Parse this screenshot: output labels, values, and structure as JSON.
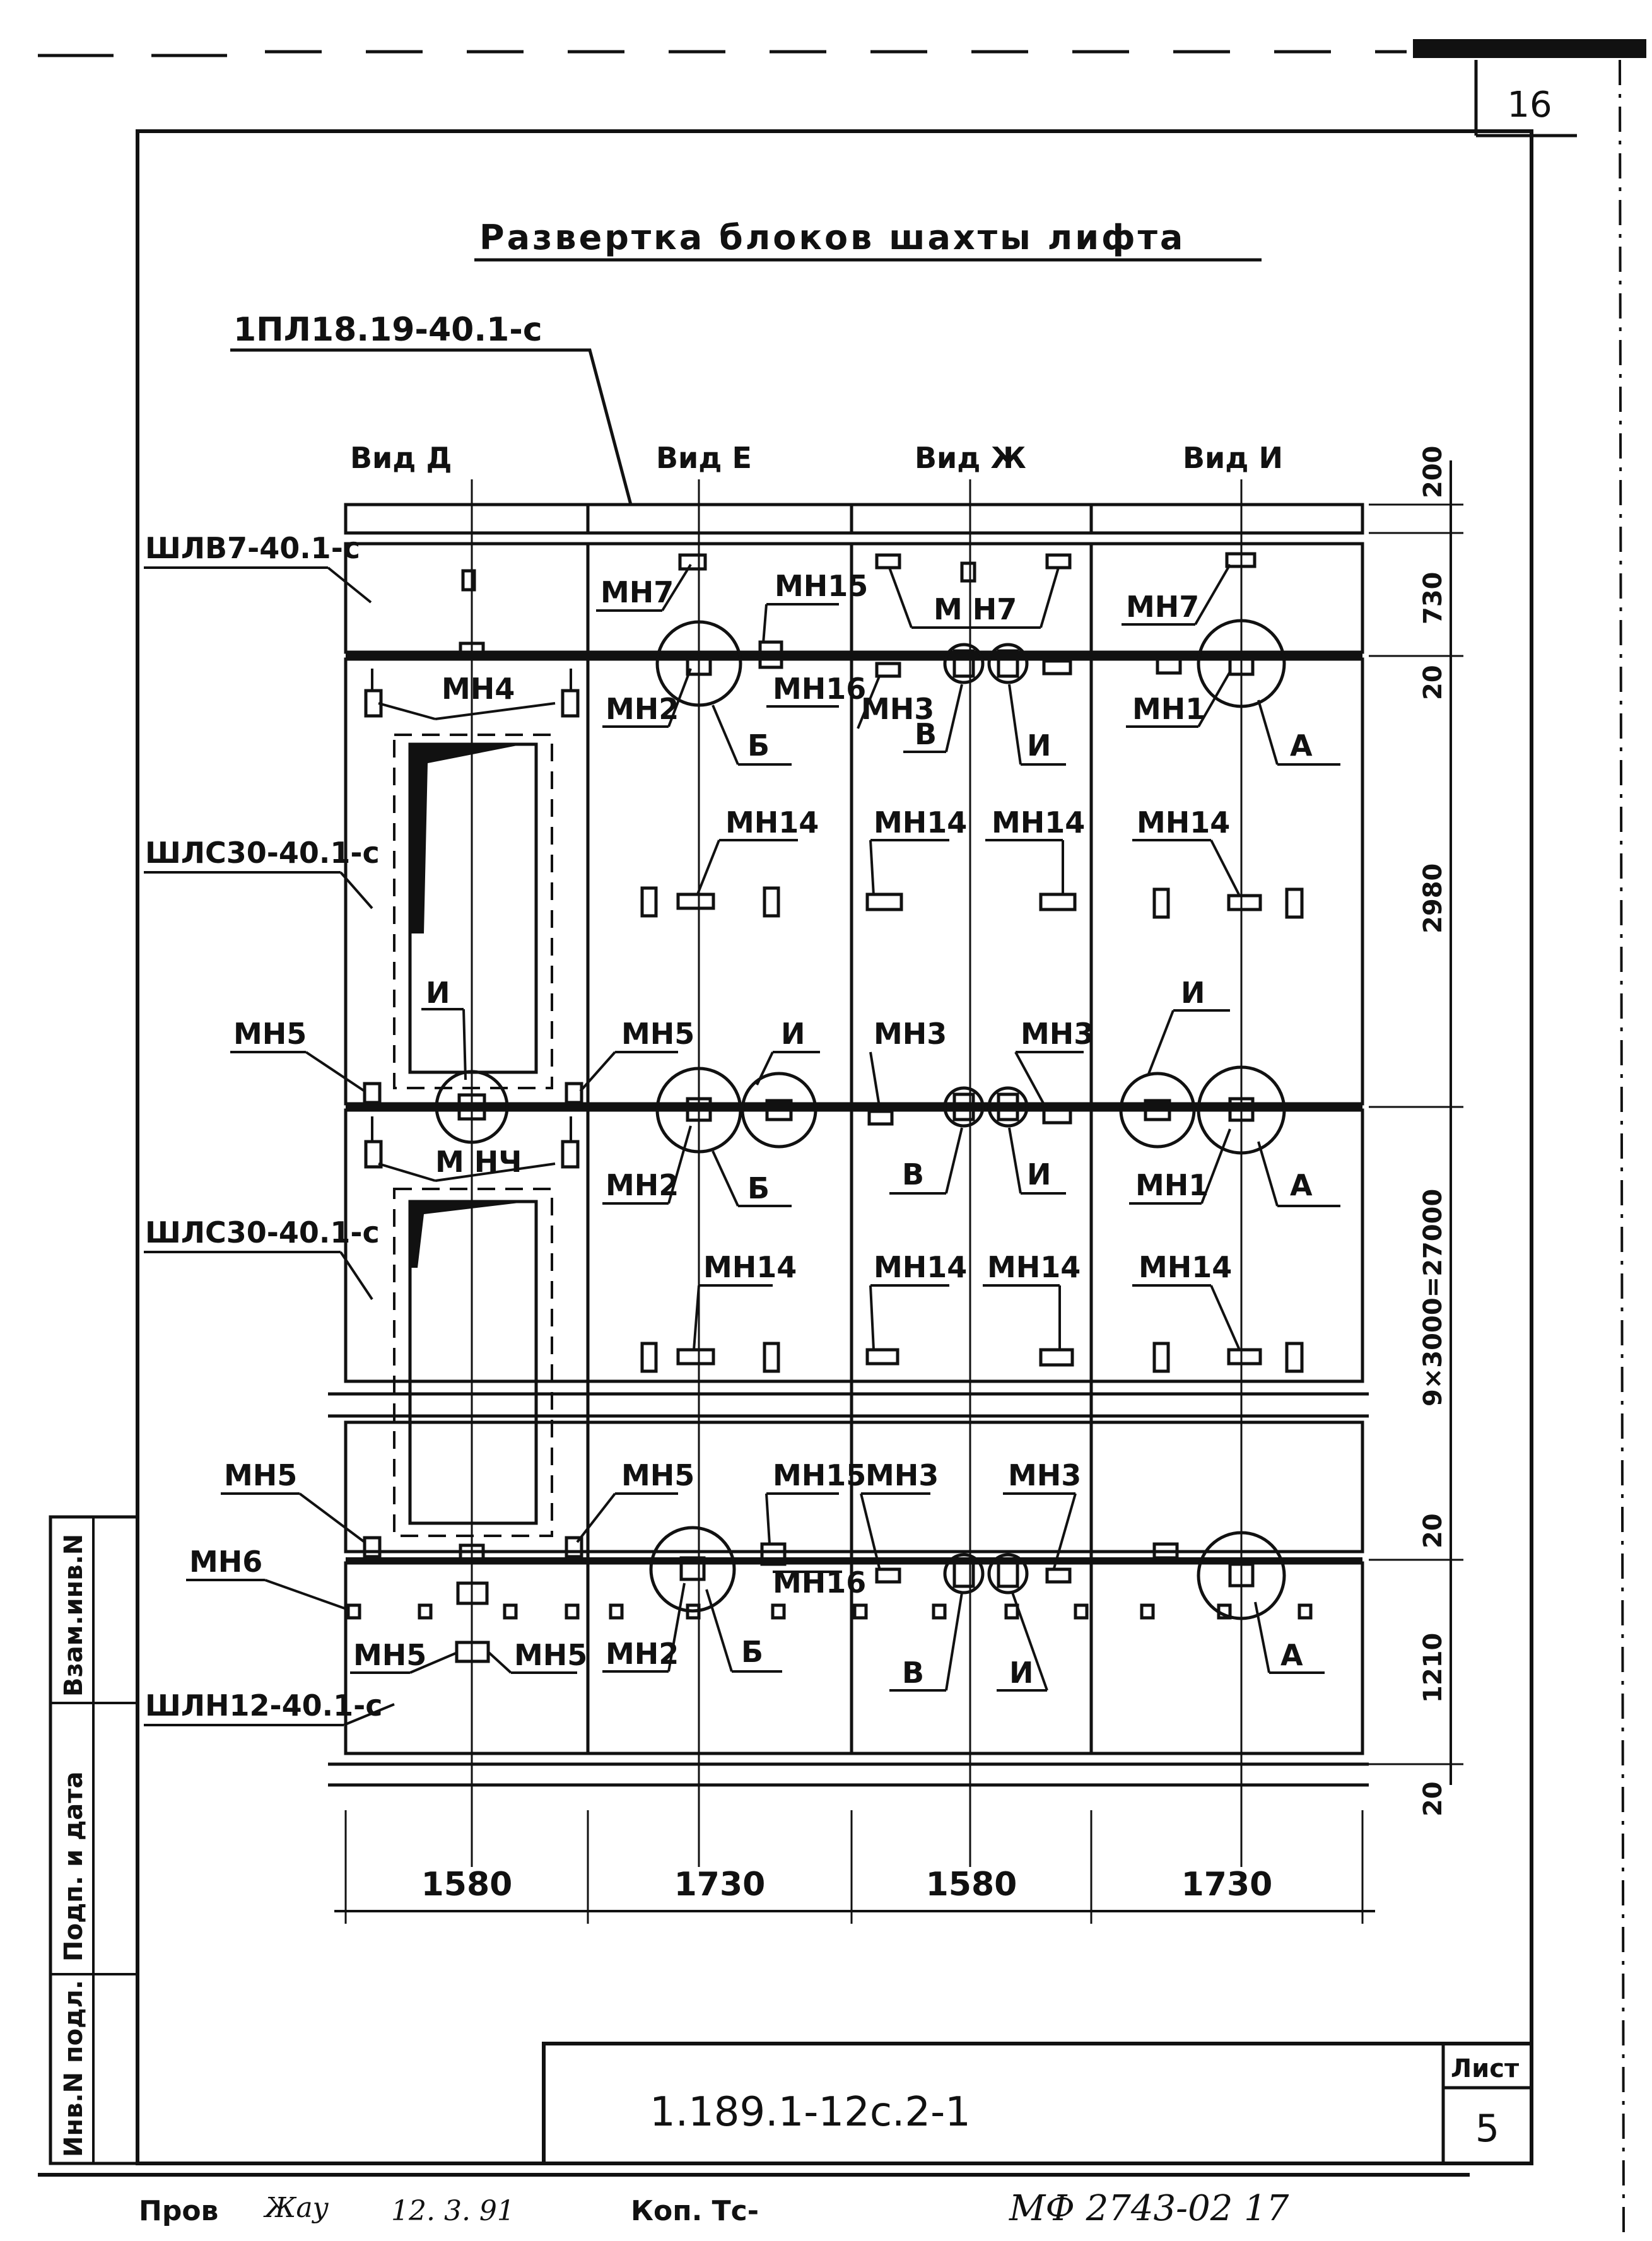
{
  "page_number": "16",
  "title": "Развертка блоков шахты лифта",
  "top_callout": "1ПЛ18.19-40.1-с",
  "views": [
    "Вид Д",
    "Вид Е",
    "Вид Ж",
    "Вид И"
  ],
  "block_labels": {
    "b1": "ШЛВ7-40.1-с",
    "b2": "ШЛС30-40.1-с",
    "b3": "ШЛС30-40.1-с",
    "b4": "ШЛН12-40.1-с"
  },
  "marks": {
    "mn1": "МН1",
    "mn2": "МН2",
    "mn3": "МН3",
    "mn4": "МН4",
    "mn4s": "М НЧ",
    "mn5": "МН5",
    "mn6": "МН6",
    "mn7": "МН7",
    "mn7s": "М Н7",
    "mn14": "МН14",
    "mn15": "МН15",
    "mn16": "МН16",
    "A": "А",
    "B": "Б",
    "V": "В",
    "I": "И"
  },
  "right_dims": [
    "200",
    "730",
    "20",
    "2980",
    "9×3000=27000",
    "20",
    "1210",
    "20"
  ],
  "bottom_dims": [
    "1580",
    "1730",
    "1580",
    "1730"
  ],
  "stamp": {
    "side_labels": [
      "Взам.инв.N",
      "Подп. и дата",
      "Инв.N подл."
    ],
    "doc_code": "1.189.1-12с.2-1",
    "sheet_label": "Лист",
    "sheet_number": "5",
    "footer_check": "Пров",
    "footer_signature": "Жау",
    "footer_date": "12. 3. 91",
    "footer_copied": "Коп. Тс-",
    "footer_archive": "МФ 2743-02  17"
  },
  "colors": {
    "ink": "#111111",
    "paper": "#ffffff"
  }
}
